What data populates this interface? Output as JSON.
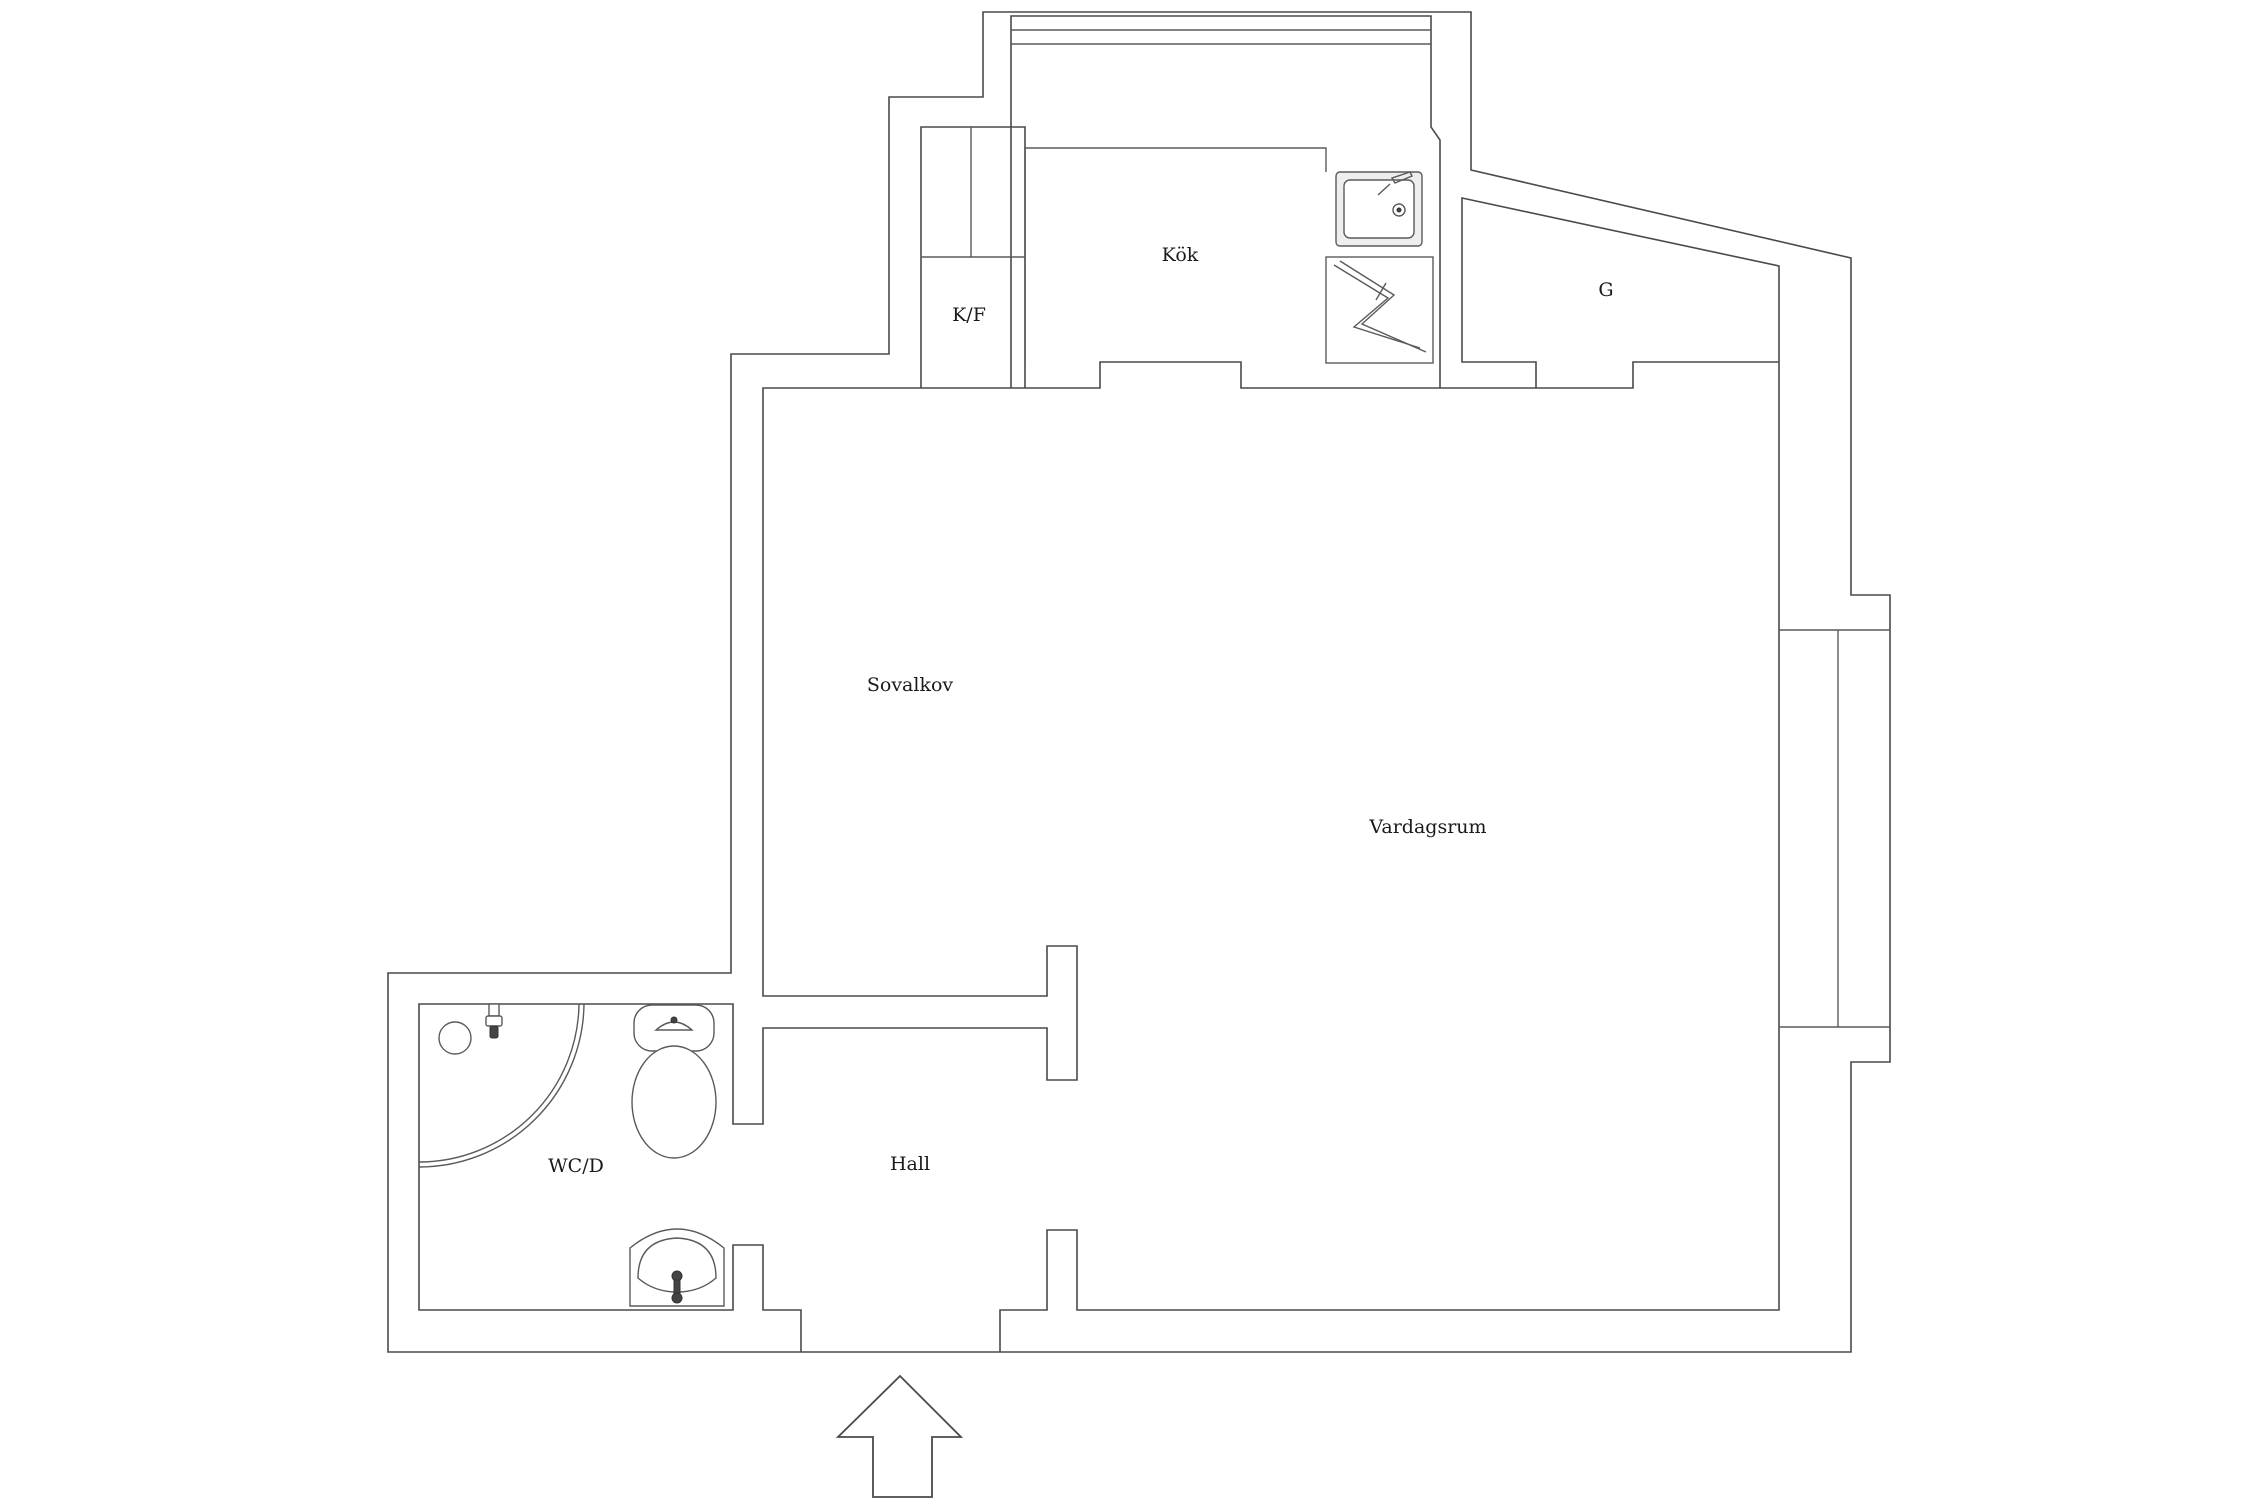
{
  "rooms": {
    "kitchen": "Kök",
    "fridge_freezer": "K/F",
    "closet": "G",
    "sleeping_alcove": "Sovalkov",
    "living_room": "Vardagsrum",
    "bathroom": "WC/D",
    "hall": "Hall"
  },
  "colors": {
    "wall_stroke": "#4a4a4a",
    "fill": "#ffffff",
    "text": "#1a1a1a"
  },
  "icons": {
    "entrance": "entrance-arrow-icon",
    "sink": "kitchen-sink-icon",
    "stove": "stove-icon",
    "toilet": "toilet-icon",
    "basin": "wash-basin-icon",
    "shower": "shower-icon"
  }
}
